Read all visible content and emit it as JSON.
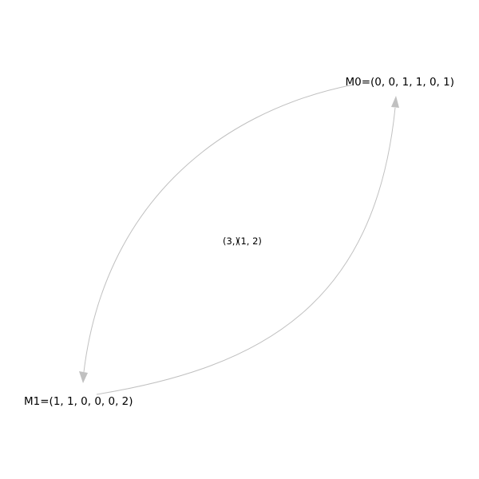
{
  "nodes": [
    {
      "id": "M0",
      "label": "M0=(0, 0, 1, 1, 0, 1)"
    },
    {
      "id": "M1",
      "label": "M1=(1, 1, 0, 0, 0, 2)"
    }
  ],
  "edges": [
    {
      "from": "M0",
      "to": "M1"
    },
    {
      "from": "M1",
      "to": "M0"
    }
  ],
  "edge_labels": [
    "(3,)",
    "(1, 2)"
  ],
  "colors": {
    "edge": "#c0c0c0",
    "text": "#000000",
    "background": "#ffffff"
  }
}
